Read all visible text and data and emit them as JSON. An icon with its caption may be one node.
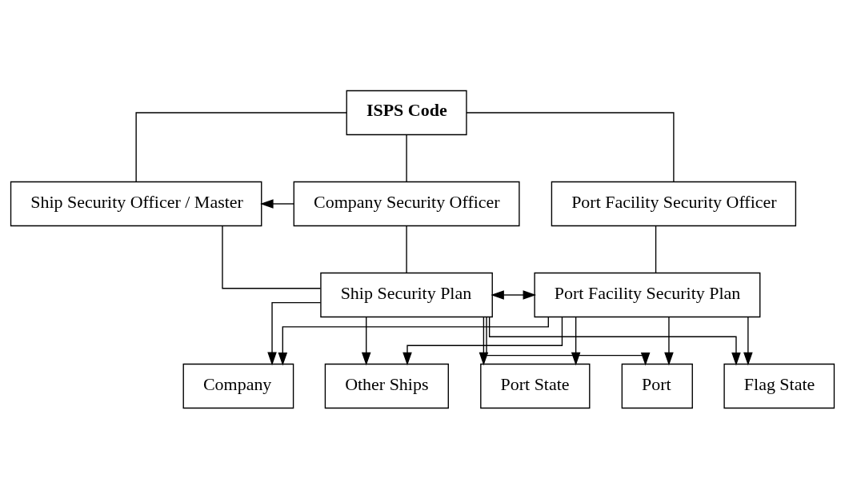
{
  "diagram": {
    "nodes": [
      {
        "text": [
          "ISPS Code"
        ]
      },
      {
        "text": [
          "Company Security Officer"
        ]
      },
      {
        "text": [
          "Ship Security Officer / Master"
        ]
      },
      {
        "text": [
          "Port Facility Security Officer"
        ]
      },
      {
        "text": [
          "Ship Security Plan"
        ]
      },
      {
        "text": [
          "Port Facility Security Plan"
        ]
      },
      {
        "text": [
          "Flag State"
        ]
      },
      {
        "text": [
          "Company"
        ]
      },
      {
        "text": [
          "Other Ships"
        ]
      },
      {
        "text": [
          "Port State"
        ]
      },
      {
        "text": [
          "Port"
        ]
      }
    ],
    "edges": [
      {
        "from": 0,
        "to": 1,
        "arrow": "none"
      },
      {
        "from": 0,
        "to": 2,
        "arrow": "none"
      },
      {
        "from": 0,
        "to": 3,
        "arrow": "none"
      },
      {
        "from": 1,
        "to": 2,
        "arrow": "to"
      },
      {
        "from": 1,
        "to": 4,
        "arrow": "none"
      },
      {
        "from": 2,
        "to": 4,
        "arrow": "none"
      },
      {
        "from": 3,
        "to": 5,
        "arrow": "none"
      },
      {
        "from": 4,
        "to": 5,
        "arrow": "both"
      },
      {
        "from": 4,
        "to": 6,
        "arrow": "to"
      },
      {
        "from": 4,
        "to": 7,
        "arrow": "to"
      },
      {
        "from": 4,
        "to": 8,
        "arrow": "to"
      },
      {
        "from": 4,
        "to": 9,
        "arrow": "to"
      },
      {
        "from": 4,
        "to": 10,
        "arrow": "to"
      },
      {
        "from": 5,
        "to": 6,
        "arrow": "to"
      },
      {
        "from": 5,
        "to": 7,
        "arrow": "to"
      },
      {
        "from": 5,
        "to": 8,
        "arrow": "to"
      },
      {
        "from": 5,
        "to": 9,
        "arrow": "to"
      },
      {
        "from": 5,
        "to": 10,
        "arrow": "to"
      }
    ]
  }
}
